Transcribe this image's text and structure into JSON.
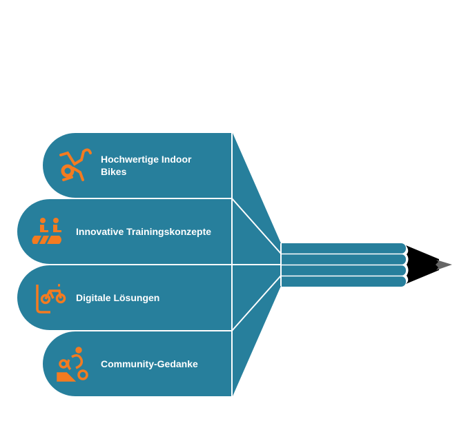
{
  "colors": {
    "teal": "#277f9c",
    "orange": "#f47b20",
    "tip": "#000000",
    "lead": "#666666"
  },
  "items": [
    {
      "line1": "Hochwertige Indoor",
      "line2": "Bikes",
      "icon": "exercise-bike-icon"
    },
    {
      "line1": "Innovative Trainingskonzepte",
      "icon": "tandem-riders-icon"
    },
    {
      "line1": "Digitale Lösungen",
      "icon": "phone-bike-icon"
    },
    {
      "line1": "Community-Gedanke",
      "icon": "cyclist-group-icon"
    }
  ]
}
